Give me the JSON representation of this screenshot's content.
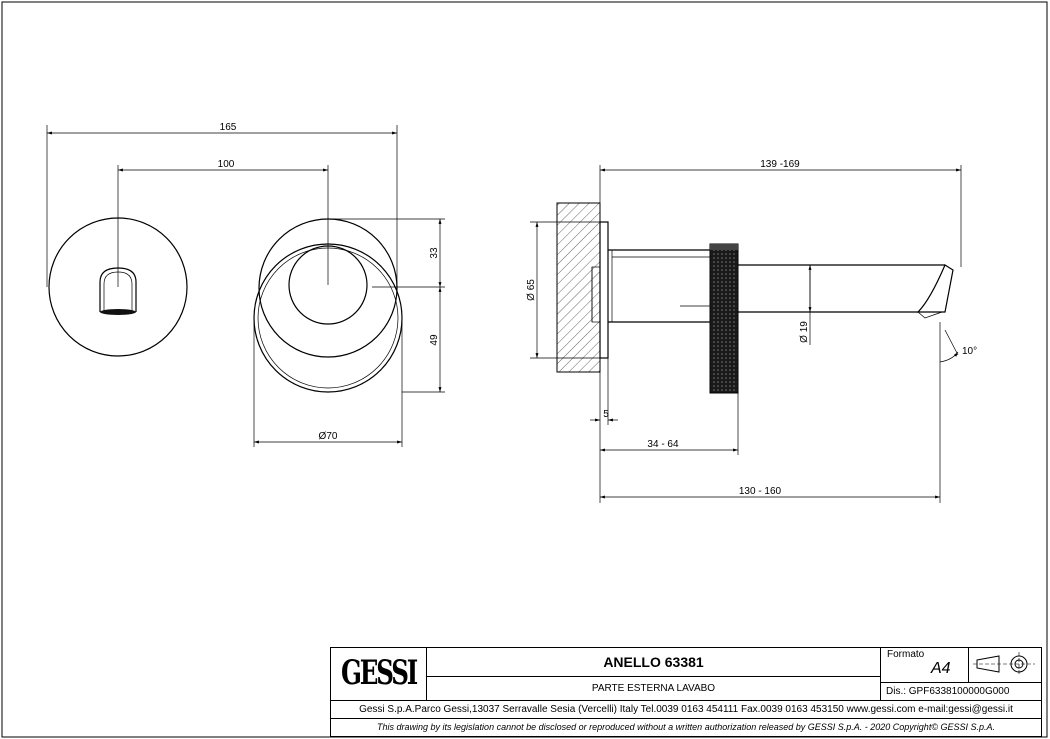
{
  "dimensions": {
    "front_overall_width": "165",
    "front_center_distance": "100",
    "front_upper_height": "33",
    "front_lower_height": "49",
    "front_diameter": "Ø70",
    "side_length_top": "139 -169",
    "side_plate_diameter": "Ø 65",
    "side_spout_diameter": "Ø 19",
    "side_angle": "10°",
    "side_plate_thickness": "5",
    "side_handle_range": "34 - 64",
    "side_length_bottom": "130 - 160"
  },
  "title_block": {
    "logo": "GESSI",
    "product": "ANELLO 63381",
    "subtitle": "PARTE ESTERNA LAVABO",
    "format_label": "Formato",
    "format_value": "A4",
    "drawing_number": "Dis.: GPF6338100000G000",
    "address": "Gessi S.p.A.Parco Gessi,13037 Serravalle Sesia (Vercelli) Italy Tel.0039 0163 454111 Fax.0039 0163 453150 www.gessi.com e-mail:gessi@gessi.it",
    "notice": "This drawing by its legislation cannot be disclosed or reproduced without a written authorization released by GESSI S.p.A. - 2020 Copyright© GESSI S.p.A."
  }
}
